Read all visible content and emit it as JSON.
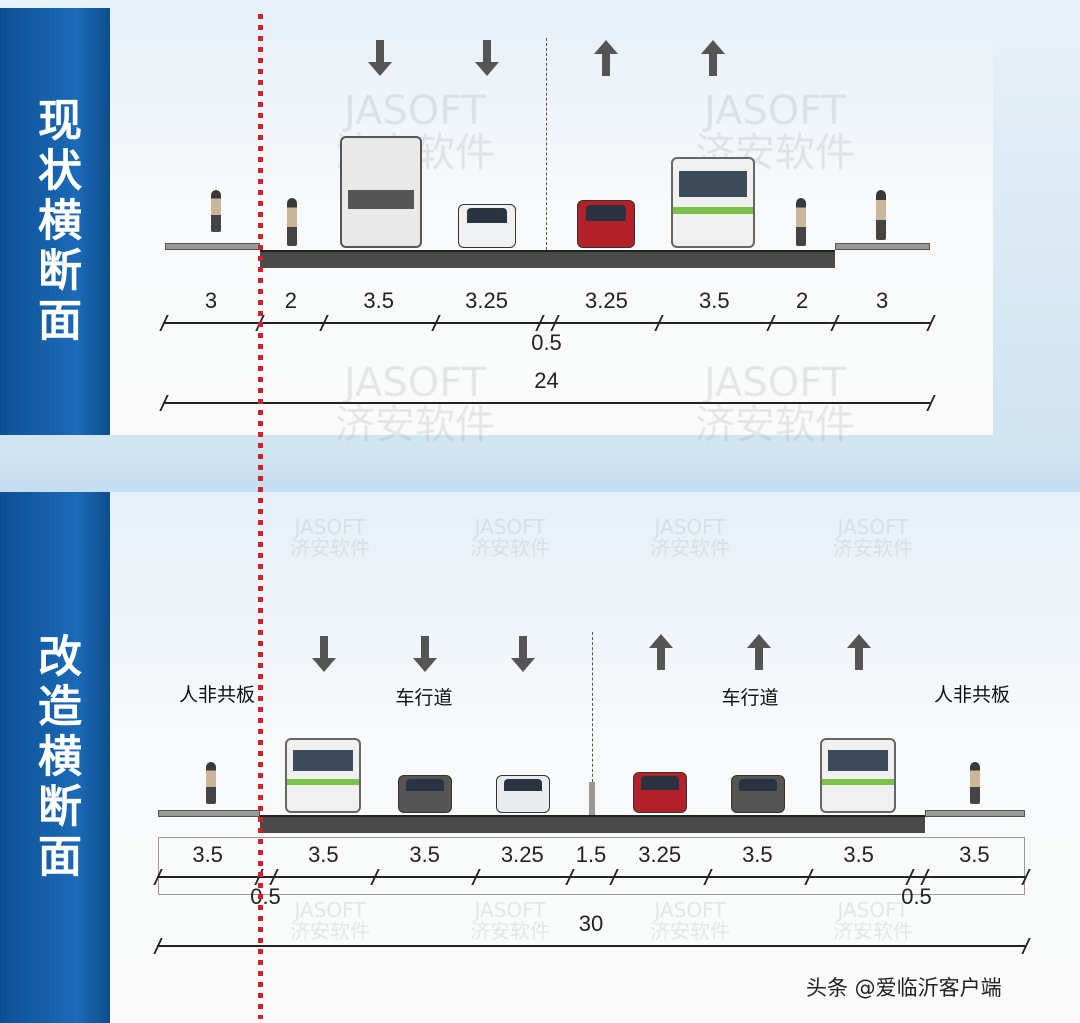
{
  "top": {
    "label": "现状横断面",
    "segments": [
      {
        "v": "3",
        "w": 3
      },
      {
        "v": "2",
        "w": 2
      },
      {
        "v": "3.5",
        "w": 3.5
      },
      {
        "v": "3.25",
        "w": 3.25
      },
      {
        "v": "0.5",
        "w": 0.5,
        "below": true
      },
      {
        "v": "3.25",
        "w": 3.25
      },
      {
        "v": "3.5",
        "w": 3.5
      },
      {
        "v": "2",
        "w": 2
      },
      {
        "v": "3",
        "w": 3
      }
    ],
    "total": "24"
  },
  "bottom": {
    "label": "改造横断面",
    "segments": [
      {
        "v": "3.5",
        "w": 3.5
      },
      {
        "v": "0.5",
        "w": 0.5,
        "below": true
      },
      {
        "v": "3.5",
        "w": 3.5
      },
      {
        "v": "3.5",
        "w": 3.5
      },
      {
        "v": "3.25",
        "w": 3.25
      },
      {
        "v": "1.5",
        "w": 1.5
      },
      {
        "v": "3.25",
        "w": 3.25
      },
      {
        "v": "3.5",
        "w": 3.5
      },
      {
        "v": "3.5",
        "w": 3.5
      },
      {
        "v": "0.5",
        "w": 0.5,
        "below": true
      },
      {
        "v": "3.5",
        "w": 3.5
      }
    ],
    "total": "30",
    "zones": {
      "left_side": "人非共板",
      "left_road": "车行道",
      "right_road": "车行道",
      "right_side": "人非共板"
    }
  },
  "watermark": {
    "en": "JASOFT",
    "cn": "济安软件"
  },
  "footer": "头条 @爱临沂客户端",
  "colors": {
    "side_bar": "#1c6bb8",
    "red_line": "#d3202a",
    "road": "#4a4a4a",
    "bus_stripe": "#7cc24a"
  }
}
